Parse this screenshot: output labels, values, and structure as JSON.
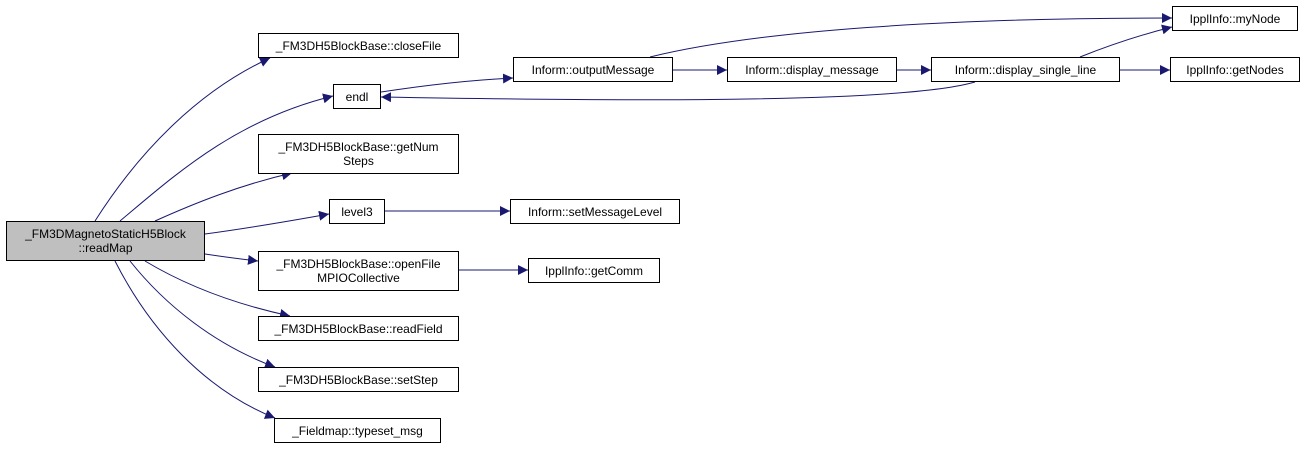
{
  "colors": {
    "edge": "#191970",
    "root_fill": "#bfbfbf",
    "node_border": "#000000"
  },
  "nodes": {
    "root": [
      "_FM3DMagnetoStaticH5Block",
      "::readMap"
    ],
    "closeFile": [
      "_FM3DH5BlockBase::closeFile"
    ],
    "endl": [
      "endl"
    ],
    "getNumSteps": [
      "_FM3DH5BlockBase::getNum",
      "Steps"
    ],
    "level3": [
      "level3"
    ],
    "openFile": [
      "_FM3DH5BlockBase::openFile",
      "MPIOCollective"
    ],
    "readField": [
      "_FM3DH5BlockBase::readField"
    ],
    "setStep": [
      "_FM3DH5BlockBase::setStep"
    ],
    "typeset": [
      "_Fieldmap::typeset_msg"
    ],
    "outputMessage": [
      "Inform::outputMessage"
    ],
    "displayMessage": [
      "Inform::display_message"
    ],
    "displaySingleLine": [
      "Inform::display_single_line"
    ],
    "myNode": [
      "IpplInfo::myNode"
    ],
    "getNodes": [
      "IpplInfo::getNodes"
    ],
    "setMessageLevel": [
      "Inform::setMessageLevel"
    ],
    "getComm": [
      "IpplInfo::getComm"
    ]
  },
  "edges": [
    [
      "root",
      "closeFile"
    ],
    [
      "root",
      "endl"
    ],
    [
      "root",
      "getNumSteps"
    ],
    [
      "root",
      "level3"
    ],
    [
      "root",
      "openFile"
    ],
    [
      "root",
      "readField"
    ],
    [
      "root",
      "setStep"
    ],
    [
      "root",
      "typeset"
    ],
    [
      "endl",
      "outputMessage"
    ],
    [
      "outputMessage",
      "displayMessage"
    ],
    [
      "outputMessage",
      "myNode"
    ],
    [
      "displayMessage",
      "displaySingleLine"
    ],
    [
      "displaySingleLine",
      "endl"
    ],
    [
      "displaySingleLine",
      "myNode"
    ],
    [
      "displaySingleLine",
      "getNodes"
    ],
    [
      "level3",
      "setMessageLevel"
    ],
    [
      "openFile",
      "getComm"
    ]
  ]
}
